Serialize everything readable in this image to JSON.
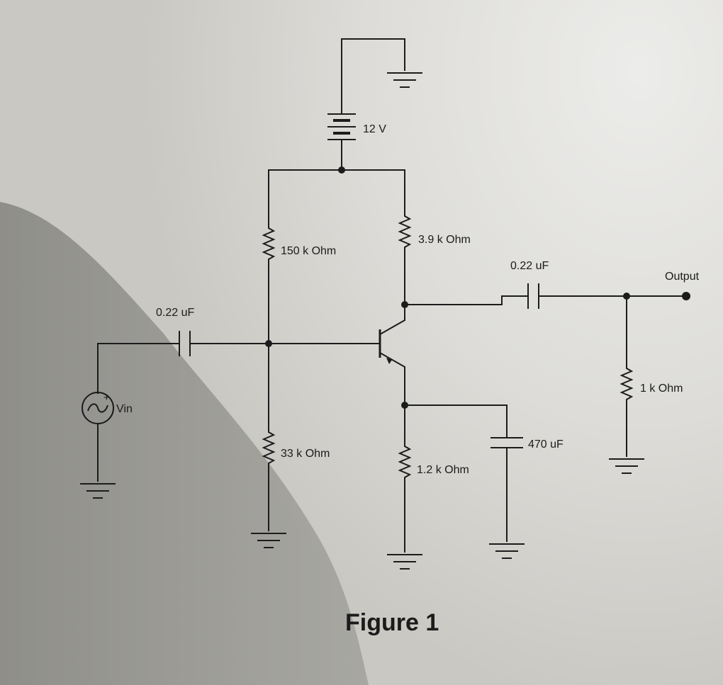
{
  "figure": {
    "caption": "Figure 1",
    "components": {
      "battery": "12 V",
      "r_base_top": "150 k Ohm",
      "r_base_bottom": "33 k Ohm",
      "r_collector": "3.9 k Ohm",
      "r_emitter": "1.2 k Ohm",
      "c_input": "0.22 uF",
      "c_output": "0.22 uF",
      "c_bypass": "470 uF",
      "r_load": "1 k Ohm",
      "source": "Vin",
      "output": "Output",
      "source_plus": "+"
    }
  }
}
